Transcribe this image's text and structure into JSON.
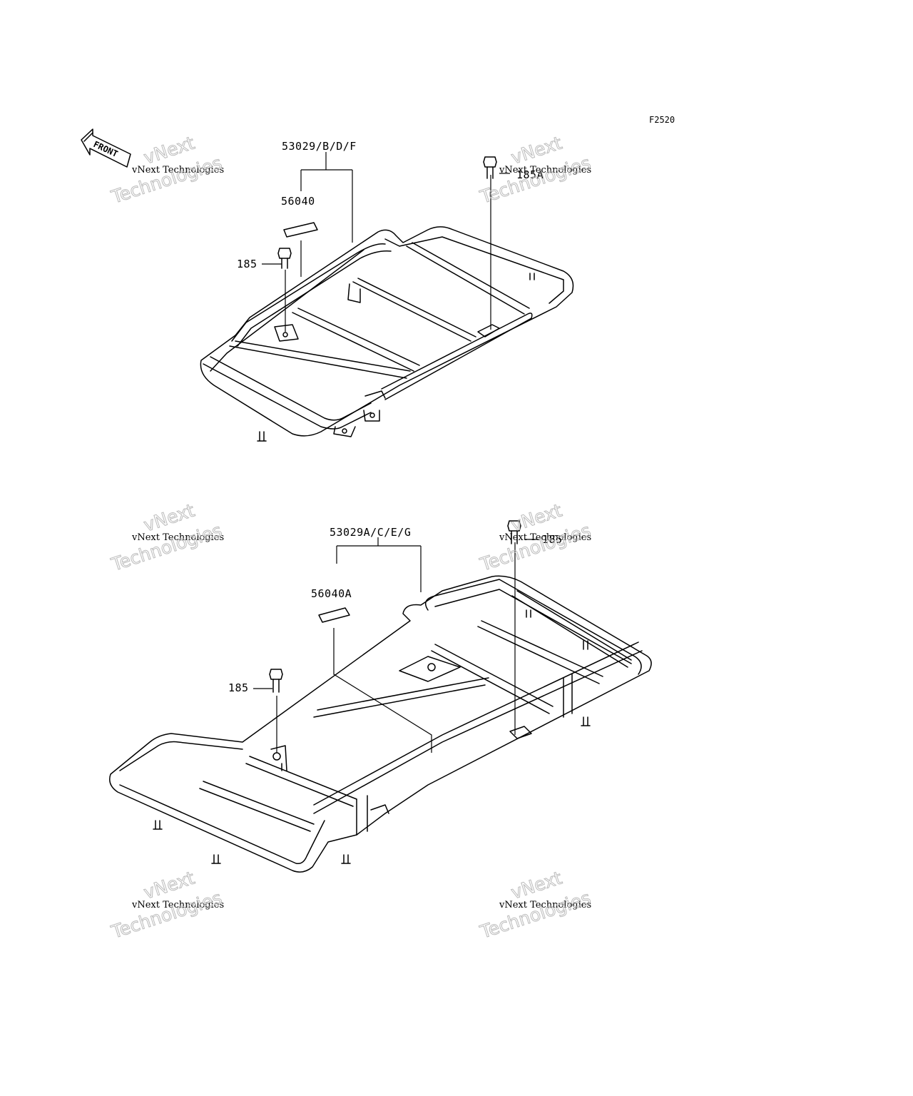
{
  "figure_code": "F2520",
  "front_label": "FRONT",
  "watermark": {
    "line1": "vNext Technologies",
    "line2_a": "vNext",
    "line2_b": "Technologies"
  },
  "upper_assembly": {
    "carrier_part": "53029/B/D/F",
    "label_part": "56040",
    "bolt_left": "185",
    "bolt_right": "185A"
  },
  "lower_assembly": {
    "carrier_part": "53029A/C/E/G",
    "label_part": "56040A",
    "bolt_left": "185",
    "bolt_right": "185"
  }
}
